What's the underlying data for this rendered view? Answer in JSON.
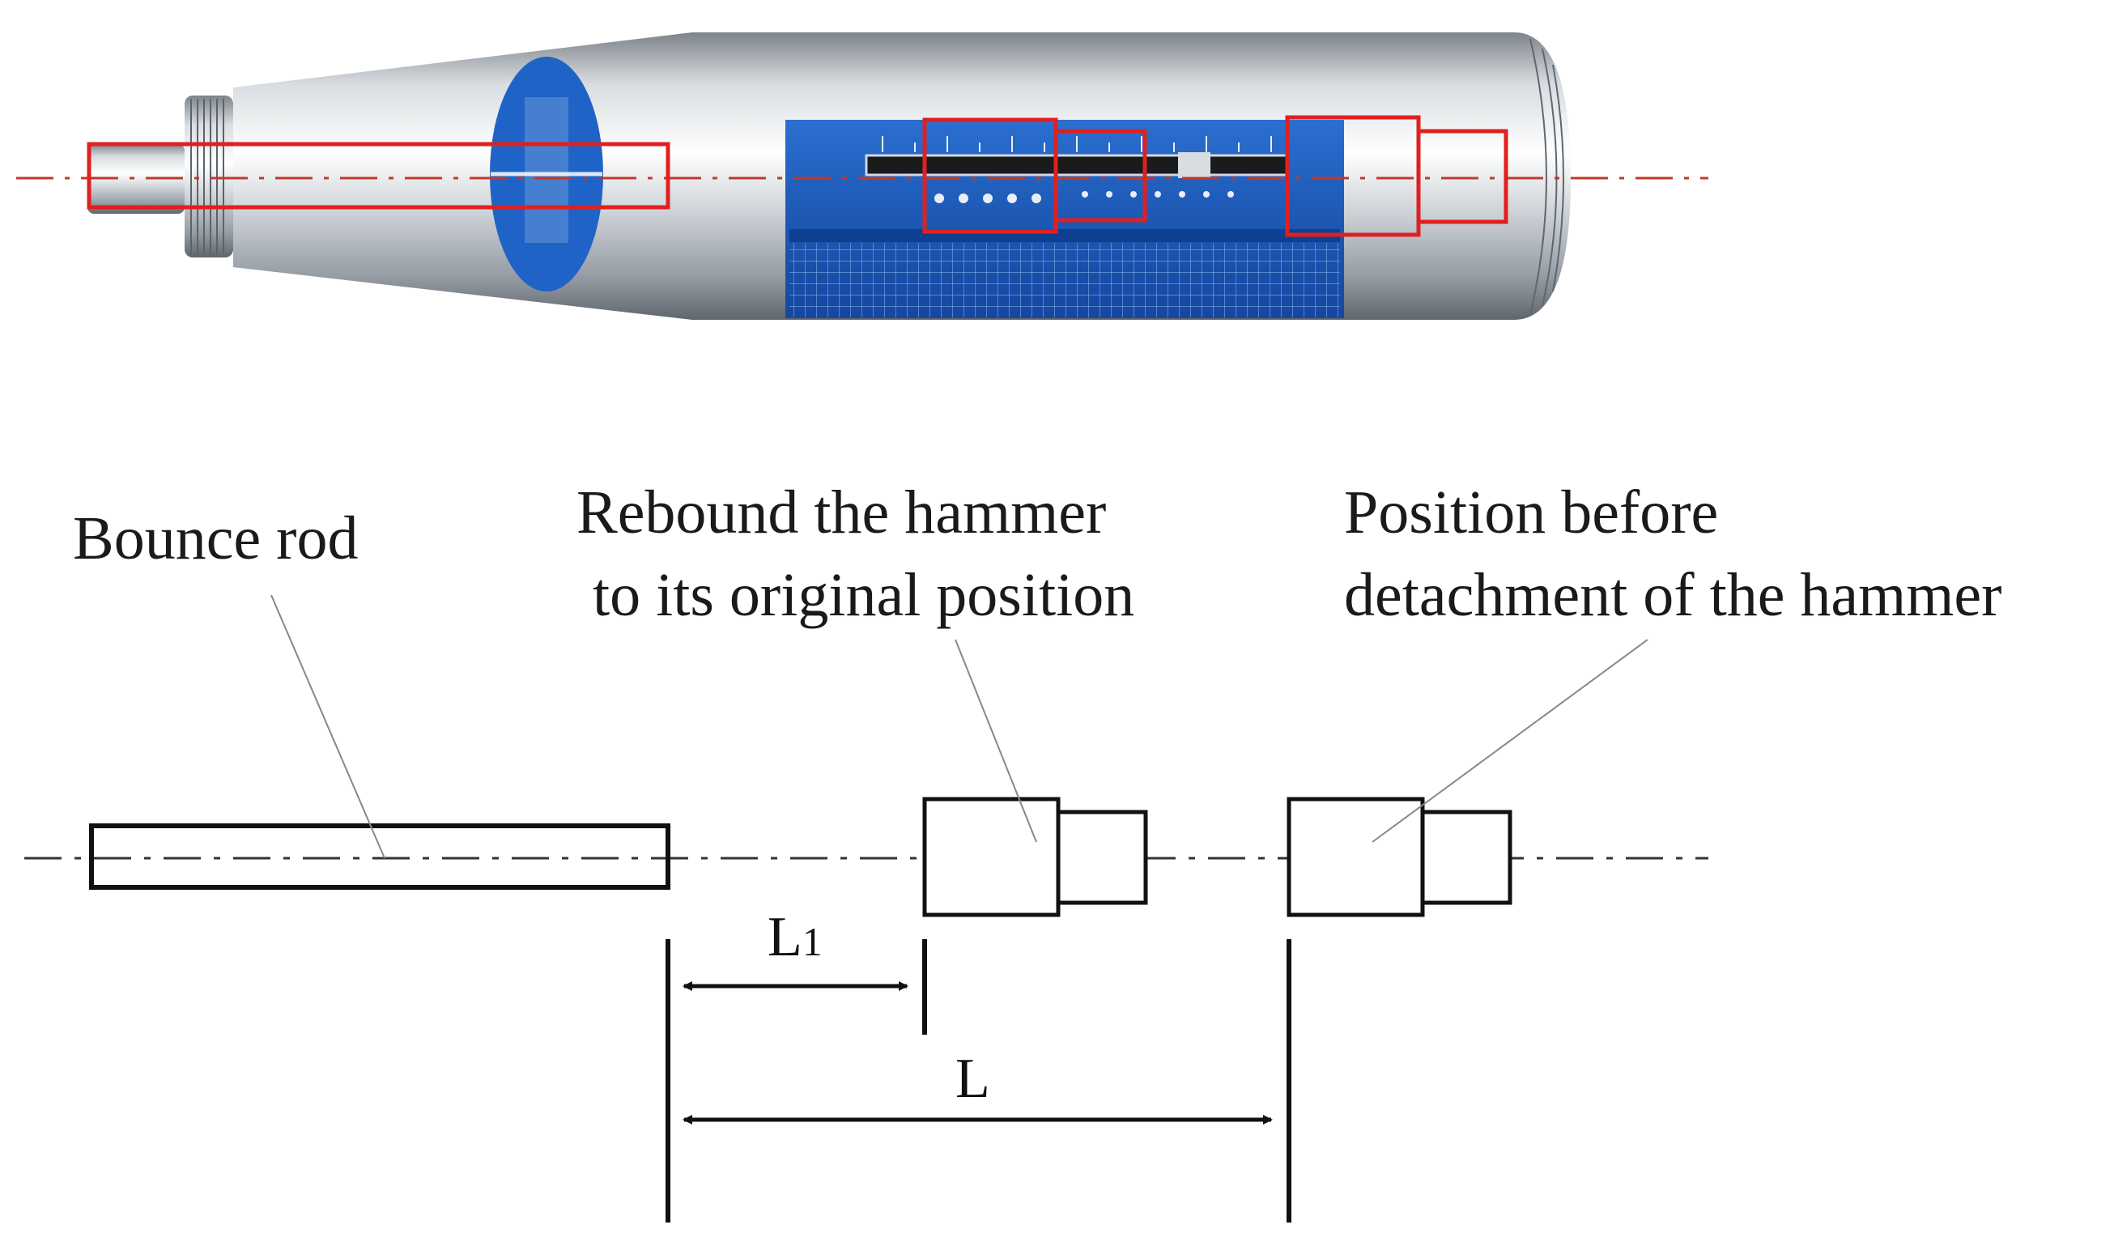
{
  "labels": {
    "bounce_rod": "Bounce rod",
    "rebound_line1": "Rebound the hammer",
    "rebound_line2": "to its original position",
    "before_line1": "Position before",
    "before_line2": "detachment of the hammer"
  },
  "dimensions": {
    "l1": "L",
    "l1_sub": "1",
    "l": "L"
  },
  "colors": {
    "highlight": "#e02020",
    "scale_blue": "#1e5fbf",
    "metal_light": "#e6e9ec",
    "metal_dark": "#8d949b",
    "ink": "#111111",
    "axis": "#c0392b"
  }
}
